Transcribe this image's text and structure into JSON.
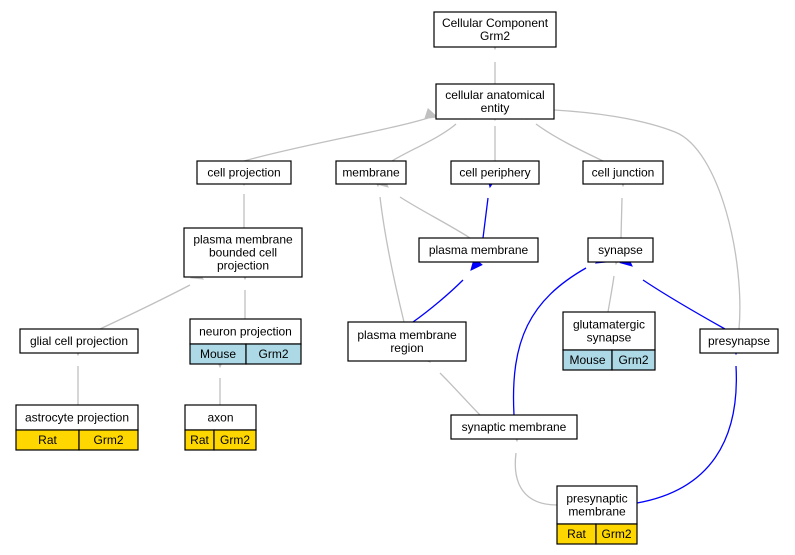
{
  "colors": {
    "edge_is_a": "#c0c0c0",
    "edge_highlight": "#0000ff",
    "species_rat": "#ffd700",
    "species_mouse": "#add8e6",
    "node_fill": "#ffffff"
  },
  "nodes": {
    "cellular_component": [
      "Cellular Component",
      "Grm2"
    ],
    "cellular_anatomical_entity": [
      "cellular anatomical",
      "entity"
    ],
    "cell_projection": [
      "cell projection"
    ],
    "membrane": [
      "membrane"
    ],
    "cell_periphery": [
      "cell periphery"
    ],
    "cell_junction": [
      "cell junction"
    ],
    "pm_bounded_cell_projection": [
      "plasma membrane",
      "bounded cell",
      "projection"
    ],
    "plasma_membrane": [
      "plasma membrane"
    ],
    "synapse": [
      "synapse"
    ],
    "glial_cell_projection": [
      "glial cell projection"
    ],
    "neuron_projection": [
      "neuron projection"
    ],
    "plasma_membrane_region": [
      "plasma membrane",
      "region"
    ],
    "glutamatergic_synapse": [
      "glutamatergic",
      "synapse"
    ],
    "presynapse": [
      "presynapse"
    ],
    "astrocyte_projection": [
      "astrocyte projection"
    ],
    "axon": [
      "axon"
    ],
    "synaptic_membrane": [
      "synaptic membrane"
    ],
    "presynaptic_membrane": [
      "presynaptic",
      "membrane"
    ]
  },
  "annotations": {
    "neuron_projection": {
      "species": "Mouse",
      "gene": "Grm2"
    },
    "glutamatergic_synapse": {
      "species": "Mouse",
      "gene": "Grm2"
    },
    "astrocyte_projection": {
      "species": "Rat",
      "gene": "Grm2"
    },
    "axon": {
      "species": "Rat",
      "gene": "Grm2"
    },
    "presynaptic_membrane": {
      "species": "Rat",
      "gene": "Grm2"
    }
  },
  "edges": [
    {
      "from": "cellular_anatomical_entity",
      "to": "cellular_component",
      "kind": "is_a"
    },
    {
      "from": "cell_projection",
      "to": "cellular_anatomical_entity",
      "kind": "is_a"
    },
    {
      "from": "membrane",
      "to": "cellular_anatomical_entity",
      "kind": "is_a"
    },
    {
      "from": "cell_periphery",
      "to": "cellular_anatomical_entity",
      "kind": "is_a"
    },
    {
      "from": "cell_junction",
      "to": "cellular_anatomical_entity",
      "kind": "is_a"
    },
    {
      "from": "presynapse",
      "to": "cellular_anatomical_entity",
      "kind": "is_a"
    },
    {
      "from": "pm_bounded_cell_projection",
      "to": "cell_projection",
      "kind": "is_a"
    },
    {
      "from": "plasma_membrane",
      "to": "membrane",
      "kind": "is_a"
    },
    {
      "from": "plasma_membrane",
      "to": "cell_periphery",
      "kind": "highlight"
    },
    {
      "from": "synapse",
      "to": "cell_junction",
      "kind": "is_a"
    },
    {
      "from": "glial_cell_projection",
      "to": "pm_bounded_cell_projection",
      "kind": "is_a"
    },
    {
      "from": "neuron_projection",
      "to": "pm_bounded_cell_projection",
      "kind": "is_a"
    },
    {
      "from": "plasma_membrane_region",
      "to": "membrane",
      "kind": "is_a"
    },
    {
      "from": "plasma_membrane_region",
      "to": "plasma_membrane",
      "kind": "highlight"
    },
    {
      "from": "glutamatergic_synapse",
      "to": "synapse",
      "kind": "is_a"
    },
    {
      "from": "presynapse",
      "to": "synapse",
      "kind": "highlight"
    },
    {
      "from": "synaptic_membrane",
      "to": "synapse",
      "kind": "highlight"
    },
    {
      "from": "astrocyte_projection",
      "to": "glial_cell_projection",
      "kind": "is_a"
    },
    {
      "from": "axon",
      "to": "neuron_projection",
      "kind": "is_a"
    },
    {
      "from": "synaptic_membrane",
      "to": "plasma_membrane_region",
      "kind": "is_a"
    },
    {
      "from": "presynaptic_membrane",
      "to": "synaptic_membrane",
      "kind": "is_a"
    },
    {
      "from": "presynaptic_membrane",
      "to": "presynapse",
      "kind": "highlight"
    }
  ]
}
